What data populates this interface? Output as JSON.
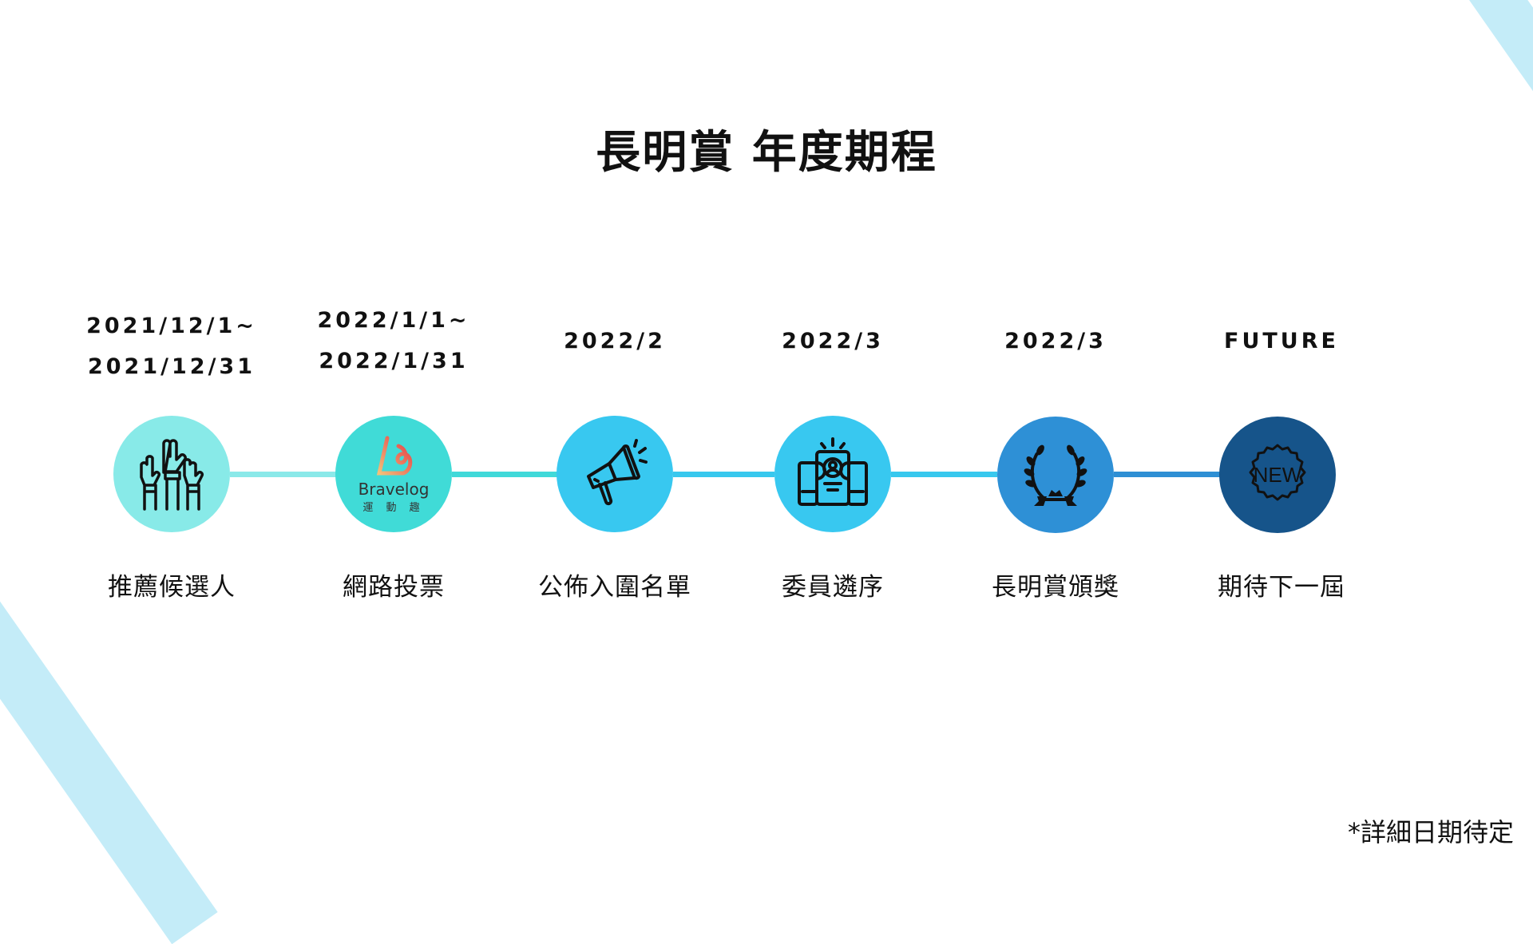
{
  "title": "長明賞 年度期程",
  "milestones": [
    {
      "date_lines": [
        "2021/12/1~",
        "2021/12/31"
      ],
      "label": "推薦候選人",
      "icon": "raised-hands-icon",
      "color": "#88eae8"
    },
    {
      "date_lines": [
        "2022/1/1~",
        "2022/1/31"
      ],
      "label": "網路投票",
      "icon": "bravelog-logo",
      "logo_text": "Bravelog",
      "logo_sub": "運 動 趣",
      "color": "#40dbd7"
    },
    {
      "date_lines": [
        "2022/2"
      ],
      "label": "公佈入圍名單",
      "icon": "megaphone-icon",
      "color": "#38c8f0"
    },
    {
      "date_lines": [
        "2022/3"
      ],
      "label": "委員遴序",
      "icon": "candidate-profile-icon",
      "color": "#38c8f0"
    },
    {
      "date_lines": [
        "2022/3"
      ],
      "label": "長明賞頒獎",
      "icon": "laurel-wreath-icon",
      "color": "#2e90d6"
    },
    {
      "date_lines": [
        "FUTURE"
      ],
      "label": "期待下一屆",
      "icon": "new-badge-icon",
      "icon_text": "NEW",
      "color": "#16548a"
    }
  ],
  "connector_colors": [
    "#8be9e9",
    "#40d9d9",
    "#38c8ee",
    "#38c8ee",
    "#2e8fd4"
  ],
  "footnote": "*詳細日期待定"
}
